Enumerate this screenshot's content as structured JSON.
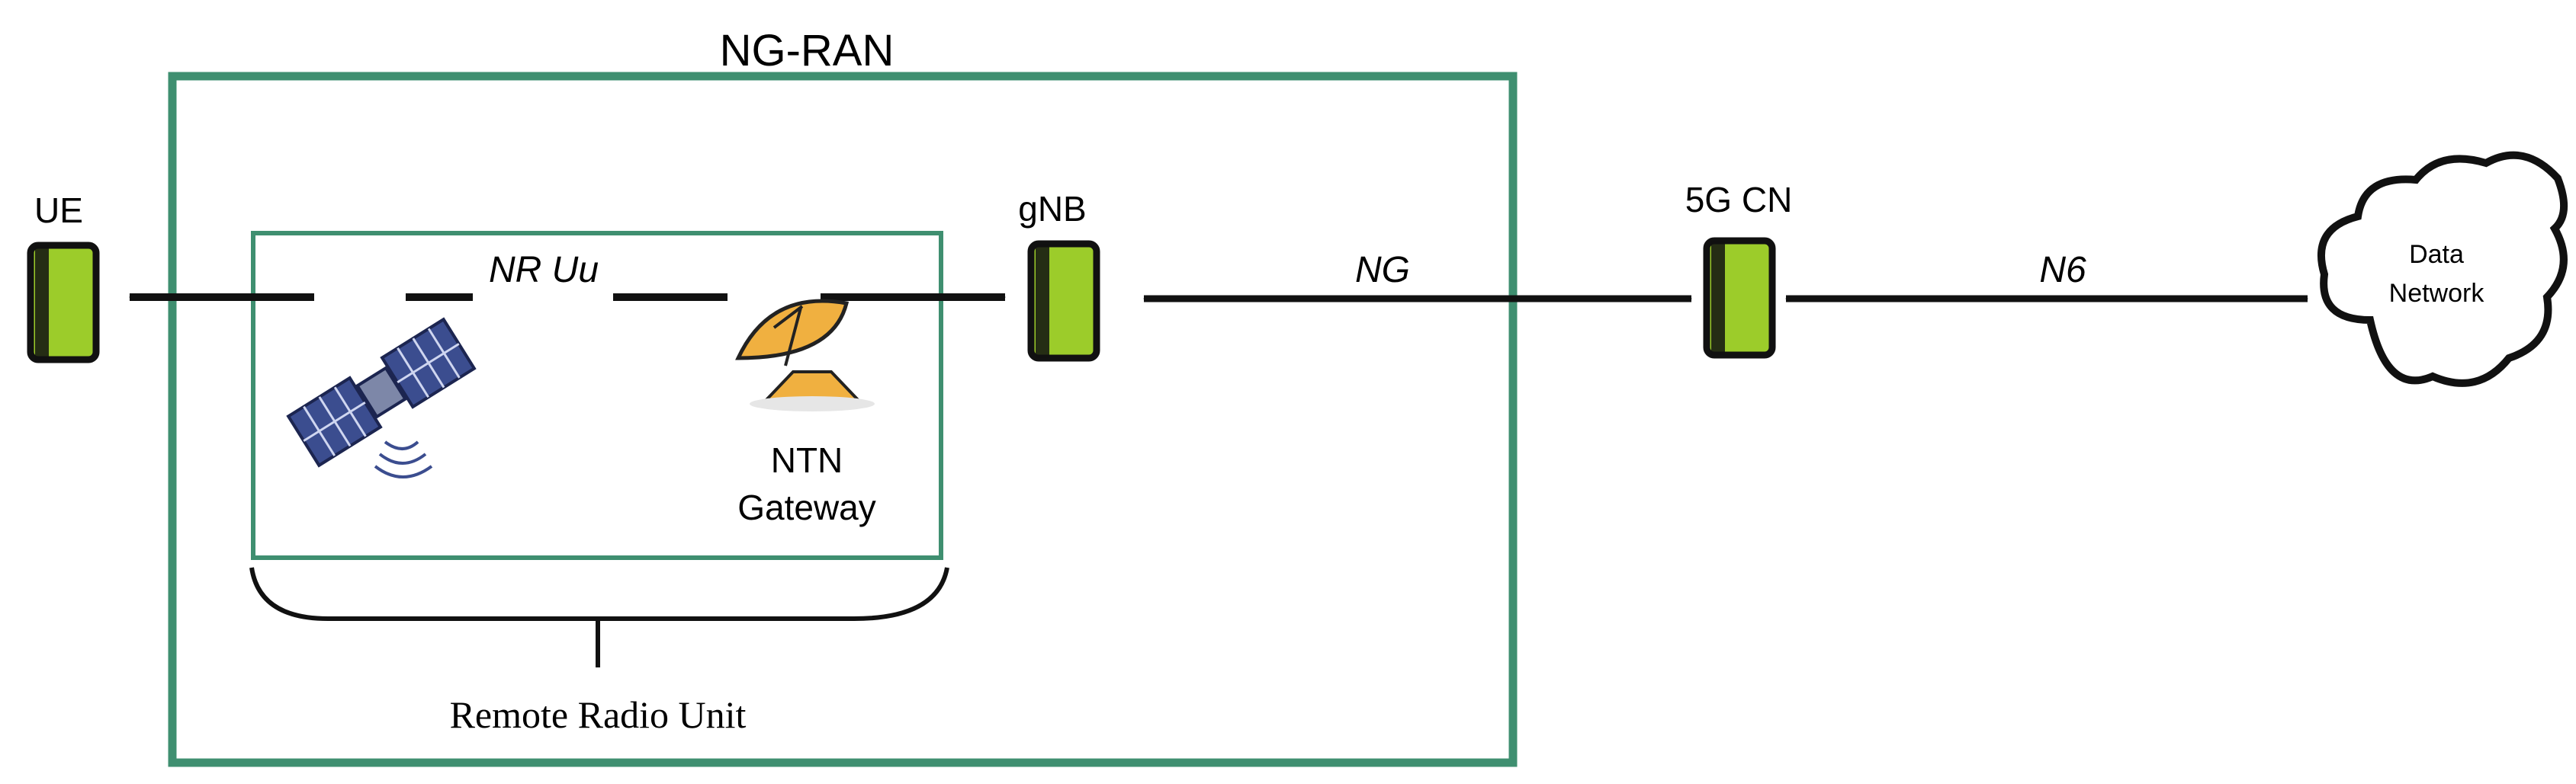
{
  "colors": {
    "ran_box": "#3f8f70",
    "node_fill": "#9ccc2a",
    "node_stroke": "#111111",
    "arrow": "#111111",
    "satellite": "#3b4d8f",
    "dish": "#f0b040"
  },
  "labels": {
    "ng_ran": "NG-RAN",
    "ue": "UE",
    "gnb": "gNB",
    "core": "5G CN",
    "nr_uu": "NR Uu",
    "ng": "NG",
    "n6": "N6",
    "data_network_line1": "Data",
    "data_network_line2": "Network",
    "ntn_gateway_line1": "NTN",
    "ntn_gateway_line2": "Gateway",
    "remote_radio_unit": "Remote Radio Unit"
  },
  "icons": {
    "node": "base-station-icon",
    "satellite": "satellite-icon",
    "dish": "satellite-dish-icon",
    "cloud": "cloud-icon"
  }
}
